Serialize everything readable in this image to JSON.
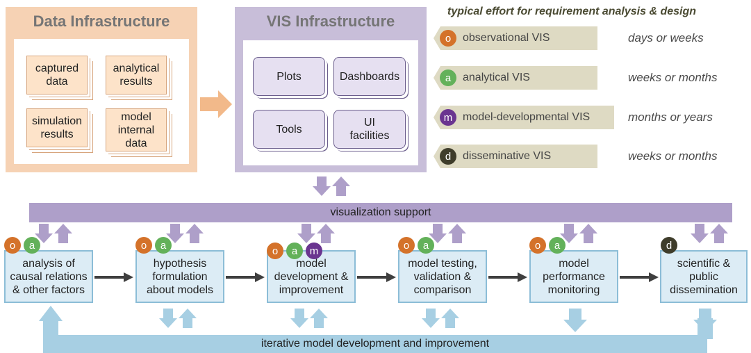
{
  "data_infrastructure": {
    "title": "Data Infrastructure",
    "items": [
      {
        "line1": "captured",
        "line2": "data",
        "line3": ""
      },
      {
        "line1": "analytical",
        "line2": "results",
        "line3": ""
      },
      {
        "line1": "simulation",
        "line2": "results",
        "line3": ""
      },
      {
        "line1": "model",
        "line2": "internal",
        "line3": "data"
      }
    ]
  },
  "vis_infrastructure": {
    "title": "VIS Infrastructure",
    "items": [
      {
        "line1": "Plots",
        "line2": ""
      },
      {
        "line1": "Dashboards",
        "line2": ""
      },
      {
        "line1": "Tools",
        "line2": ""
      },
      {
        "line1": "UI",
        "line2": "facilities"
      }
    ]
  },
  "legend": {
    "heading": "typical effort for requirement analysis & design",
    "rows": [
      {
        "badge": "o",
        "label": "observational VIS",
        "effort": "days or weeks",
        "color": "#d4722a"
      },
      {
        "badge": "a",
        "label": "analytical VIS",
        "effort": "weeks or months",
        "color": "#63b15a"
      },
      {
        "badge": "m",
        "label": "model-developmental VIS",
        "effort": "months or years",
        "color": "#6a3590"
      },
      {
        "badge": "d",
        "label": "disseminative VIS",
        "effort": "weeks or months",
        "color": "#3f3d2b"
      }
    ]
  },
  "visualization_support": "visualization support",
  "iterative_loop": "iterative model development and improvement",
  "process_steps": [
    {
      "lines": [
        "analysis of",
        "causal relations",
        "& other factors"
      ],
      "badges": [
        "o",
        "a"
      ]
    },
    {
      "lines": [
        "hypothesis",
        "formulation",
        "about models"
      ],
      "badges": [
        "o",
        "a"
      ]
    },
    {
      "lines": [
        "model",
        "development &",
        "improvement"
      ],
      "badges": [
        "o",
        "a",
        "m"
      ]
    },
    {
      "lines": [
        "model testing,",
        "validation &",
        "comparison"
      ],
      "badges": [
        "o",
        "a"
      ]
    },
    {
      "lines": [
        "model",
        "performance",
        "monitoring"
      ],
      "badges": [
        "o",
        "a"
      ]
    },
    {
      "lines": [
        "scientific &",
        "public",
        "dissemination"
      ],
      "badges": [
        "d"
      ]
    }
  ],
  "colors": {
    "data_panel": "#f6d2b4",
    "vis_panel": "#c8bed9",
    "vis_support_bar": "#ae9fc9",
    "iteration_loop": "#a7cfe3",
    "process_box": "#dcecf5",
    "arrow_dark": "#3f3f3f"
  }
}
